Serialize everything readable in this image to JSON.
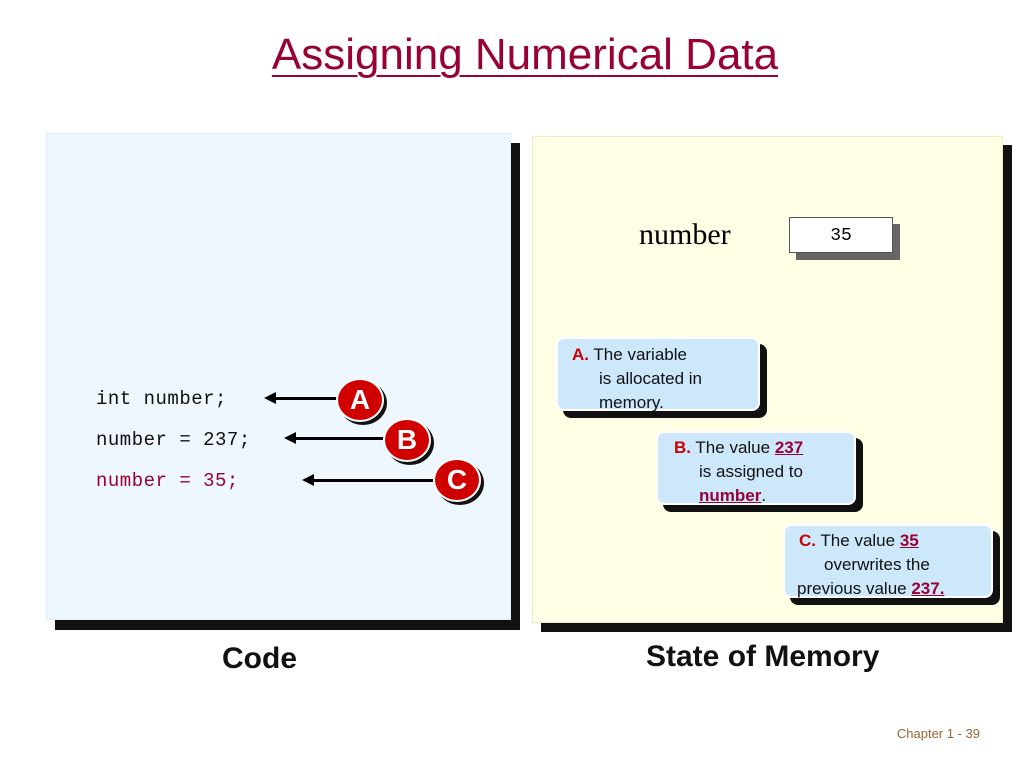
{
  "title": "Assigning Numerical Data",
  "code": {
    "lines": [
      "int number;",
      "number = 237;",
      "number = 35;"
    ],
    "caption": "Code"
  },
  "markers": [
    "A",
    "B",
    "C"
  ],
  "memory": {
    "caption": "State of Memory",
    "variable_name": "number",
    "variable_value": "35"
  },
  "notes": {
    "a": {
      "label": "A.",
      "line1": "The variable",
      "line2": "is allocated in",
      "line3": "memory."
    },
    "b": {
      "label": "B.",
      "line1_pre": "The value ",
      "value": "237",
      "line2": "is assigned to",
      "var": "number",
      "period": "."
    },
    "c": {
      "label": "C.",
      "line1_pre": "The value ",
      "value": "35",
      "line2": "overwrites the",
      "line3_pre": "previous value ",
      "value2": "237."
    }
  },
  "footer": "Chapter 1 - 39",
  "colors": {
    "title": "#990033",
    "highlight": "#990033",
    "marker": "#d00000",
    "code_bg": "#eef7fd",
    "memory_bg": "#ffffe6",
    "note_bg": "#cde8fb"
  }
}
